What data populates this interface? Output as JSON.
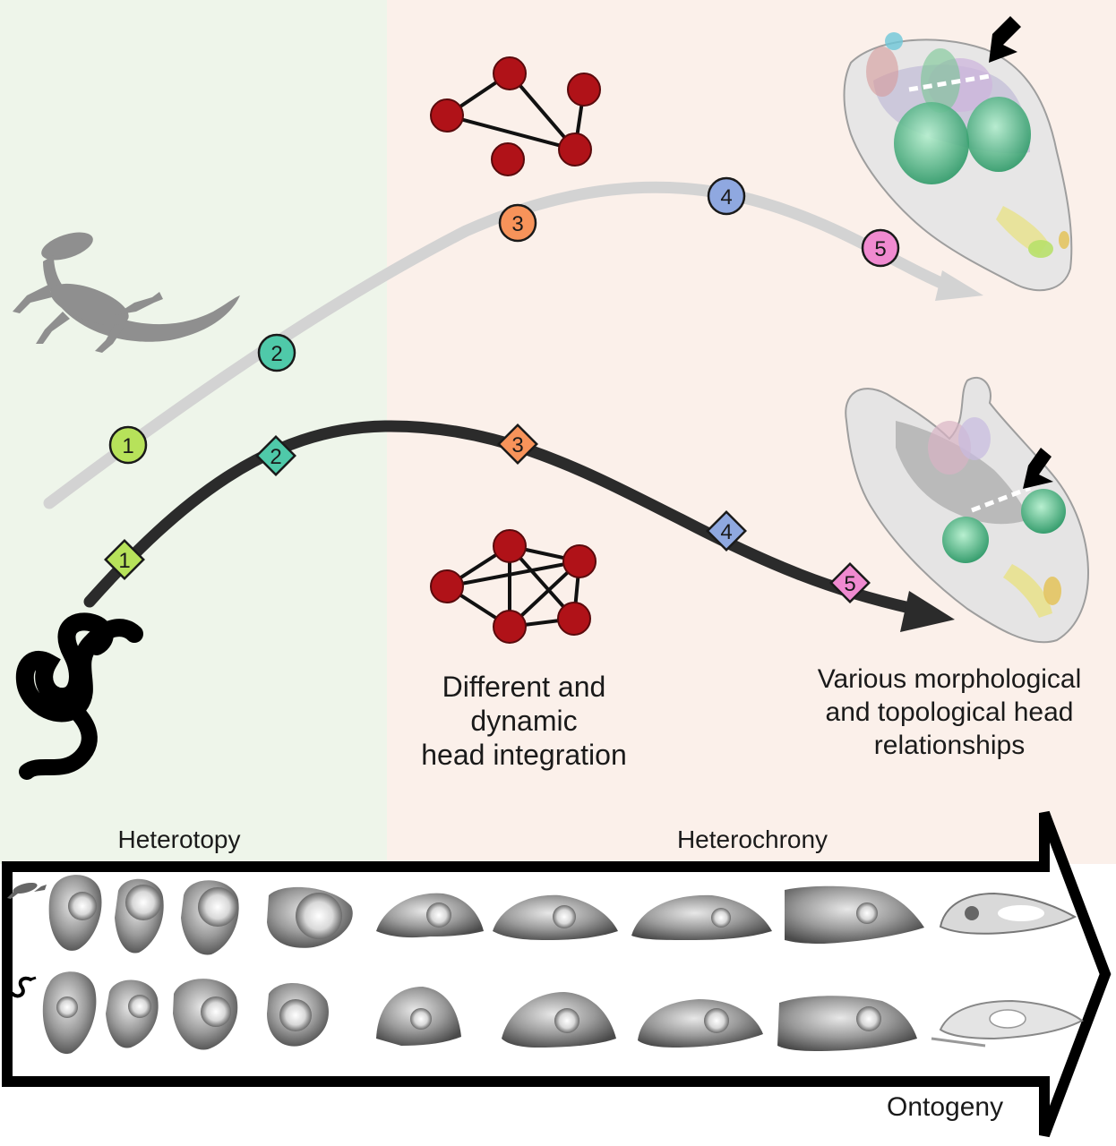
{
  "markers_lizard": [
    "1",
    "2",
    "3",
    "4",
    "5"
  ],
  "markers_snake": [
    "1",
    "2",
    "3",
    "4",
    "5"
  ],
  "integration_label": {
    "line1": "Different and",
    "line2": "dynamic",
    "line3": "head integration"
  },
  "morphology_label": {
    "line1": "Various morphological",
    "line2": "and topological head",
    "line3": "relationships"
  },
  "region_left": "Heterotopy",
  "region_right": "Heterochrony",
  "axis_label": "Ontogeny",
  "colors": {
    "heterotopy_bg": "#eef5ea",
    "heterochrony_bg": "#fbf0ea",
    "lizard_path": "#d3d3d3",
    "snake_path": "#2b2b2b",
    "node": "#b01218",
    "stage1": "#b7e25a",
    "stage2": "#4fc9a9",
    "stage3": "#f7935a",
    "stage4": "#8fa8e0",
    "stage5": "#f08ad0"
  },
  "icons": [
    "lizard-silhouette-icon",
    "snake-silhouette-icon",
    "black-arrow-icon"
  ],
  "embryo_series_count": 9
}
